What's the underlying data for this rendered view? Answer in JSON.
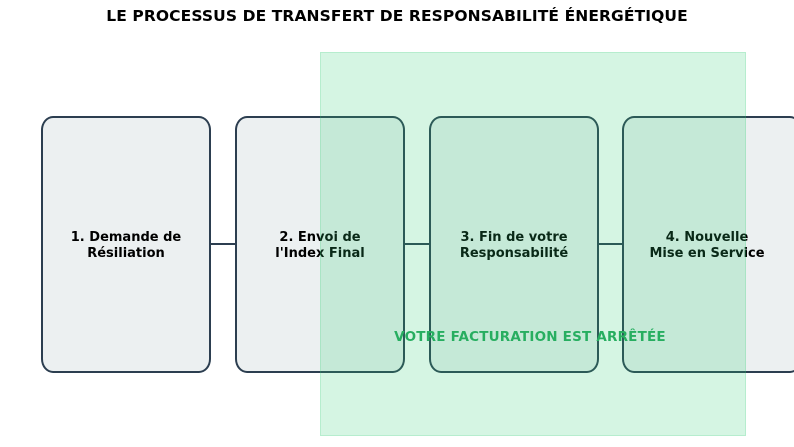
{
  "title": "LE PROCESSUS DE TRANSFERT DE RESPONSABILITÉ ÉNERGÉTIQUE",
  "steps": [
    {
      "label": "1. Demande de\nRésiliation"
    },
    {
      "label": "2. Envoi de\nl'Index Final"
    },
    {
      "label": "3. Fin de votre\nResponsabilité"
    },
    {
      "label": "4. Nouvelle\nMise en Service"
    }
  ],
  "zone": {
    "caption": "VOTRE FACTURATION EST ARRÊTÉE"
  },
  "colors": {
    "box_border": "#2c3e50",
    "box_fill": "#ecf0f1",
    "zone_fill": "#d5f5e3",
    "zone_text": "#27ae60"
  }
}
